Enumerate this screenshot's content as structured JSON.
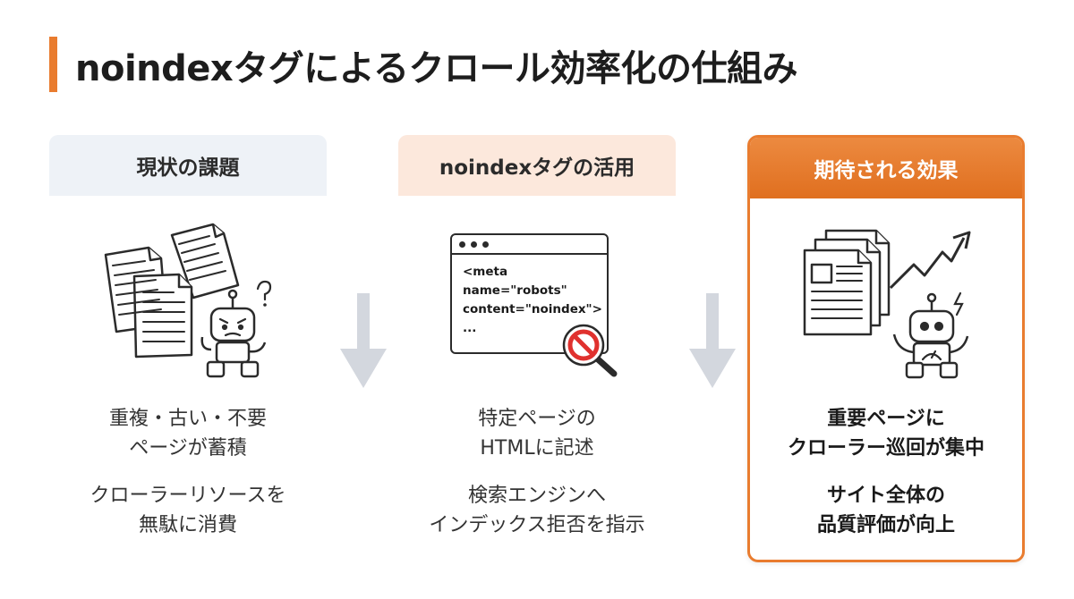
{
  "title": "noindexタグによるクロール効率化の仕組み",
  "columns": [
    {
      "heading": "現状の課題",
      "line1": "重複・古い・不要",
      "line2": "ページが蓄積",
      "line3": "クローラーリソースを",
      "line4": "無駄に消費"
    },
    {
      "heading": "noindexタグの活用",
      "code1": "<meta",
      "code2": "name=\"robots\"",
      "code3": "content=\"noindex\">",
      "code4": "...",
      "line1": "特定ページの",
      "line2": "HTMLに記述",
      "line3": "検索エンジンへ",
      "line4": "インデックス拒否を指示"
    },
    {
      "heading": "期待される効果",
      "line1": "重要ページに",
      "line2": "クローラー巡回が集中",
      "line3": "サイト全体の",
      "line4": "品質評価が向上"
    }
  ],
  "colors": {
    "accent": "#e97c2f",
    "arrow": "#d3d7de",
    "head1": "#eef2f7",
    "head2": "#fce8dc"
  }
}
